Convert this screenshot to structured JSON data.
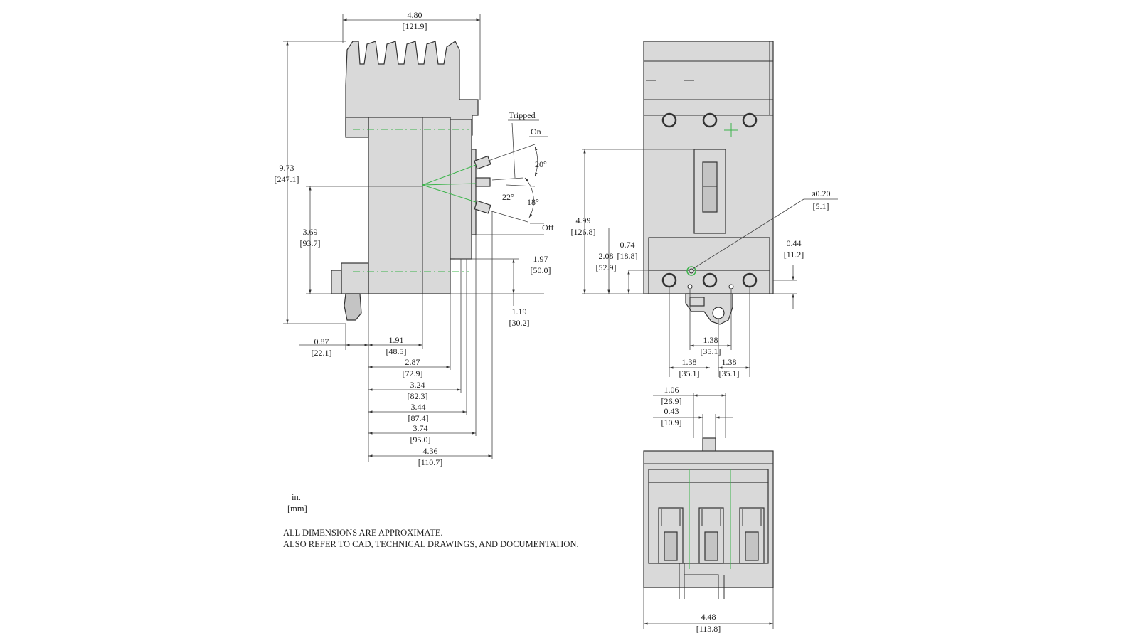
{
  "units": {
    "primary": "in.",
    "secondary": "[mm]"
  },
  "notes": [
    "ALL DIMENSIONS ARE APPROXIMATE.",
    "ALSO REFER TO CAD, TECHNICAL DRAWINGS, AND DOCUMENTATION."
  ],
  "handle_positions": {
    "tripped": "Tripped",
    "on": "On",
    "off": "Off",
    "angle_on": "20°",
    "angle_tripped": "22°",
    "angle_off": "18°"
  },
  "side_view": {
    "overall_width": {
      "in": "4.80",
      "mm": "[121.9]"
    },
    "overall_height": {
      "in": "9.73",
      "mm": "[247.1]"
    },
    "mount_to_handle": {
      "in": "3.69",
      "mm": "[93.7]"
    },
    "handle_to_base": {
      "in": "1.97",
      "mm": "[50.0]"
    },
    "base_to_bottom": {
      "in": "1.19",
      "mm": "[30.2]"
    },
    "rear_offset": {
      "in": "0.87",
      "mm": "[22.1]"
    },
    "depth_1": {
      "in": "1.91",
      "mm": "[48.5]"
    },
    "depth_2": {
      "in": "2.87",
      "mm": "[72.9]"
    },
    "depth_3": {
      "in": "3.24",
      "mm": "[82.3]"
    },
    "depth_4": {
      "in": "3.44",
      "mm": "[87.4]"
    },
    "depth_5": {
      "in": "3.74",
      "mm": "[95.0]"
    },
    "depth_6": {
      "in": "4.36",
      "mm": "[110.7]"
    }
  },
  "front_view": {
    "handle_height": {
      "in": "4.99",
      "mm": "[126.8]"
    },
    "hole_diameter": {
      "in": "ø0.20",
      "mm": "[5.1]"
    },
    "hole_offset": {
      "in": "0.74",
      "mm": "[18.8]"
    },
    "hole_height": {
      "in": "2.08",
      "mm": "[52.9]"
    },
    "terminal_offset": {
      "in": "0.44",
      "mm": "[11.2]"
    },
    "pole_spacing_center": {
      "in": "1.38",
      "mm": "[35.1]"
    },
    "pole_spacing_left": {
      "in": "1.38",
      "mm": "[35.1]"
    },
    "pole_spacing_right": {
      "in": "1.38",
      "mm": "[35.1]"
    }
  },
  "bottom_view": {
    "tab_width": {
      "in": "1.06",
      "mm": "[26.9]"
    },
    "tab_offset": {
      "in": "0.43",
      "mm": "[10.9]"
    },
    "overall_width": {
      "in": "4.48",
      "mm": "[113.8]"
    }
  }
}
